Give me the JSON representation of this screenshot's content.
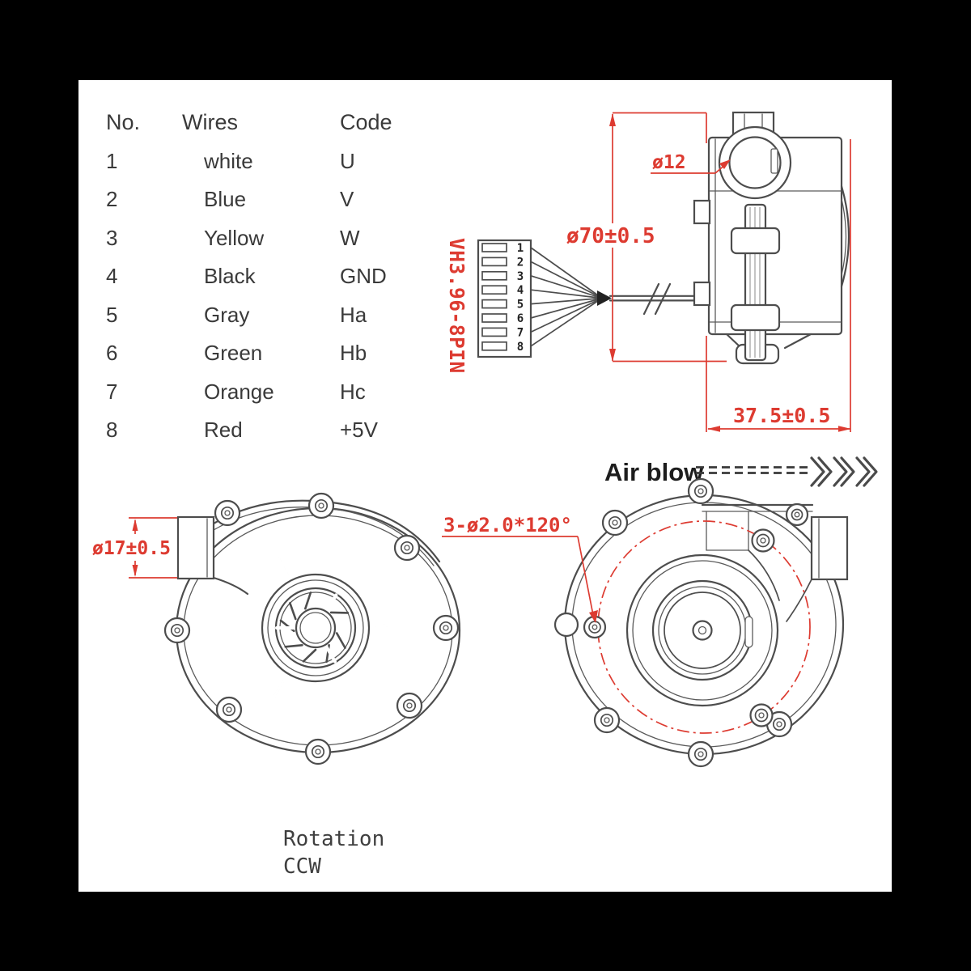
{
  "colors": {
    "line": "#4d4d4d",
    "red": "#dd3b31",
    "text": "#3a3a3a",
    "sheet_bg": "#ffffff",
    "page_bg": "#000000"
  },
  "wiring_table": {
    "headers": {
      "no": "No.",
      "wires": "Wires",
      "code": "Code"
    },
    "rows": [
      {
        "no": "1",
        "wire": "white",
        "code": "U"
      },
      {
        "no": "2",
        "wire": "Blue",
        "code": "V"
      },
      {
        "no": "3",
        "wire": "Yellow",
        "code": "W"
      },
      {
        "no": "4",
        "wire": "Black",
        "code": "GND"
      },
      {
        "no": "5",
        "wire": "Gray",
        "code": "Ha"
      },
      {
        "no": "6",
        "wire": "Green",
        "code": "Hb"
      },
      {
        "no": "7",
        "wire": "Orange",
        "code": "Hc"
      },
      {
        "no": "8",
        "wire": "Red",
        "code": "+5V"
      }
    ]
  },
  "connector": {
    "label": "VH3.96-8PIN",
    "pins": [
      "1",
      "2",
      "3",
      "4",
      "5",
      "6",
      "7",
      "8"
    ]
  },
  "side_view": {
    "port_dim": "ø12",
    "height_dim": "ø70±0.5",
    "width_dim": "37.5±0.5"
  },
  "airflow": {
    "label": "Air blow"
  },
  "front_view": {
    "outlet_dim": "ø17±0.5",
    "rotation_line1": "Rotation",
    "rotation_line2": "CCW"
  },
  "rear_view": {
    "holes_dim": "3-ø2.0*120°"
  }
}
